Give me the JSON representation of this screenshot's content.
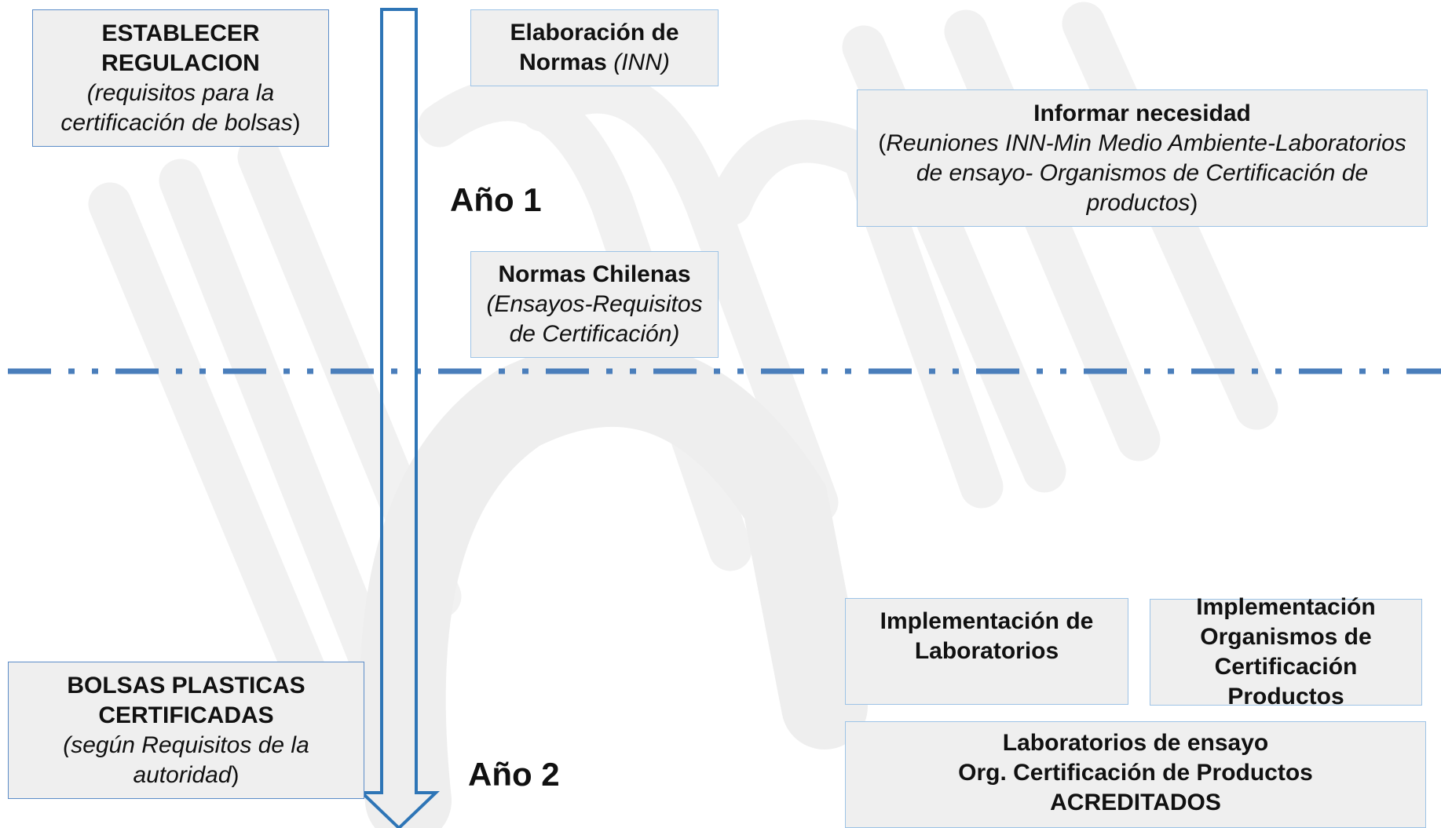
{
  "boxes": {
    "establecer": {
      "title_line1": "ESTABLECER",
      "title_line2": "REGULACION",
      "sub_line1": "(requisitos para la",
      "sub_line2": "certificación de bolsas",
      "close": ")"
    },
    "elaboracion": {
      "line1": "Elaboración de",
      "line2": "Normas",
      "italic": "(INN)"
    },
    "informar": {
      "title": "Informar necesidad",
      "open": "(",
      "line1": "Reuniones INN-Min Medio Ambiente-Laboratorios",
      "line2": "de ensayo- Organismos de Certificación de",
      "line3": "productos",
      "close": ")"
    },
    "normas_chilenas": {
      "title": "Normas Chilenas",
      "line1": "(Ensayos-Requisitos",
      "line2": "de Certificación)"
    },
    "bolsas": {
      "title_line1": "BOLSAS PLASTICAS",
      "title_line2": "CERTIFICADAS",
      "sub_line1": "(según Requisitos de la",
      "sub_line2": "autoridad",
      "close": ")"
    },
    "impl_lab": {
      "line1": "Implementación de",
      "line2": "Laboratorios"
    },
    "impl_org": {
      "line1": "Implementación",
      "line2": "Organismos de",
      "line3": "Certificación Productos"
    },
    "acreditados": {
      "line1": "Laboratorios de ensayo",
      "line2": "Org. Certificación de Productos",
      "line3": "ACREDITADOS"
    }
  },
  "years": {
    "year1": "Año 1",
    "year2": "Año 2"
  },
  "colors": {
    "arrow": "#2e75b6",
    "divider": "#4a7ebb",
    "box_fill": "#efefef",
    "box_border": "#9dc3e6"
  }
}
